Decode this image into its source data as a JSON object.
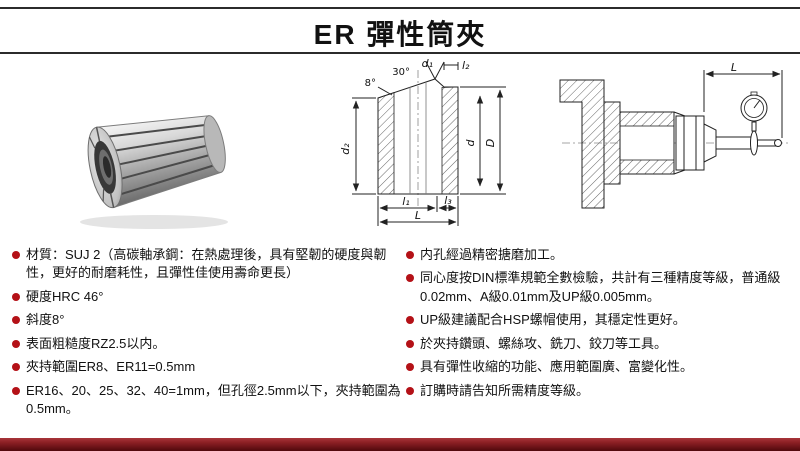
{
  "page": {
    "title": "ER 彈性筒夾",
    "colors": {
      "bg": "#ffffff",
      "text": "#111111",
      "line": "#2b2b2b",
      "bullet": "#b41117",
      "footer_light": "#a8353a",
      "footer_dark": "#4f080c"
    }
  },
  "specs": {
    "left": [
      "材質：SUJ 2（高碳軸承鋼：在熱處理後，具有堅韌的硬度與韌性，更好的耐磨耗性，且彈性佳使用壽命更長）",
      "硬度HRC 46°",
      "斜度8°",
      "表面粗糙度RZ2.5以内。",
      "夾持範圍ER8、ER11=0.5mm",
      "ER16、20、25、32、40=1mm，但孔徑2.5mm以下，夾持範圍為0.5mm。"
    ],
    "right": [
      "内孔經過精密搪磨加工。",
      "同心度按DIN標準規範全數檢驗，共計有三種精度等級，普通級0.02mm、A級0.01mm及UP級0.005mm。",
      "UP級建議配合HSP螺帽使用，其穩定性更好。",
      "於夾持鑽頭、螺絲攻、銑刀、鉸刀等工具。",
      "具有彈性收縮的功能、應用範圍廣、富變化性。",
      "訂購時請告知所需精度等級。"
    ]
  },
  "diagram": {
    "labels": {
      "d1": "d₁",
      "l2": "l₂",
      "deg30": "30°",
      "deg8": "8°",
      "d2": "d₂",
      "d": "d",
      "D": "D",
      "l1": "l₁",
      "l3": "l₃",
      "L": "L"
    },
    "assembly": {
      "L": "L"
    }
  }
}
